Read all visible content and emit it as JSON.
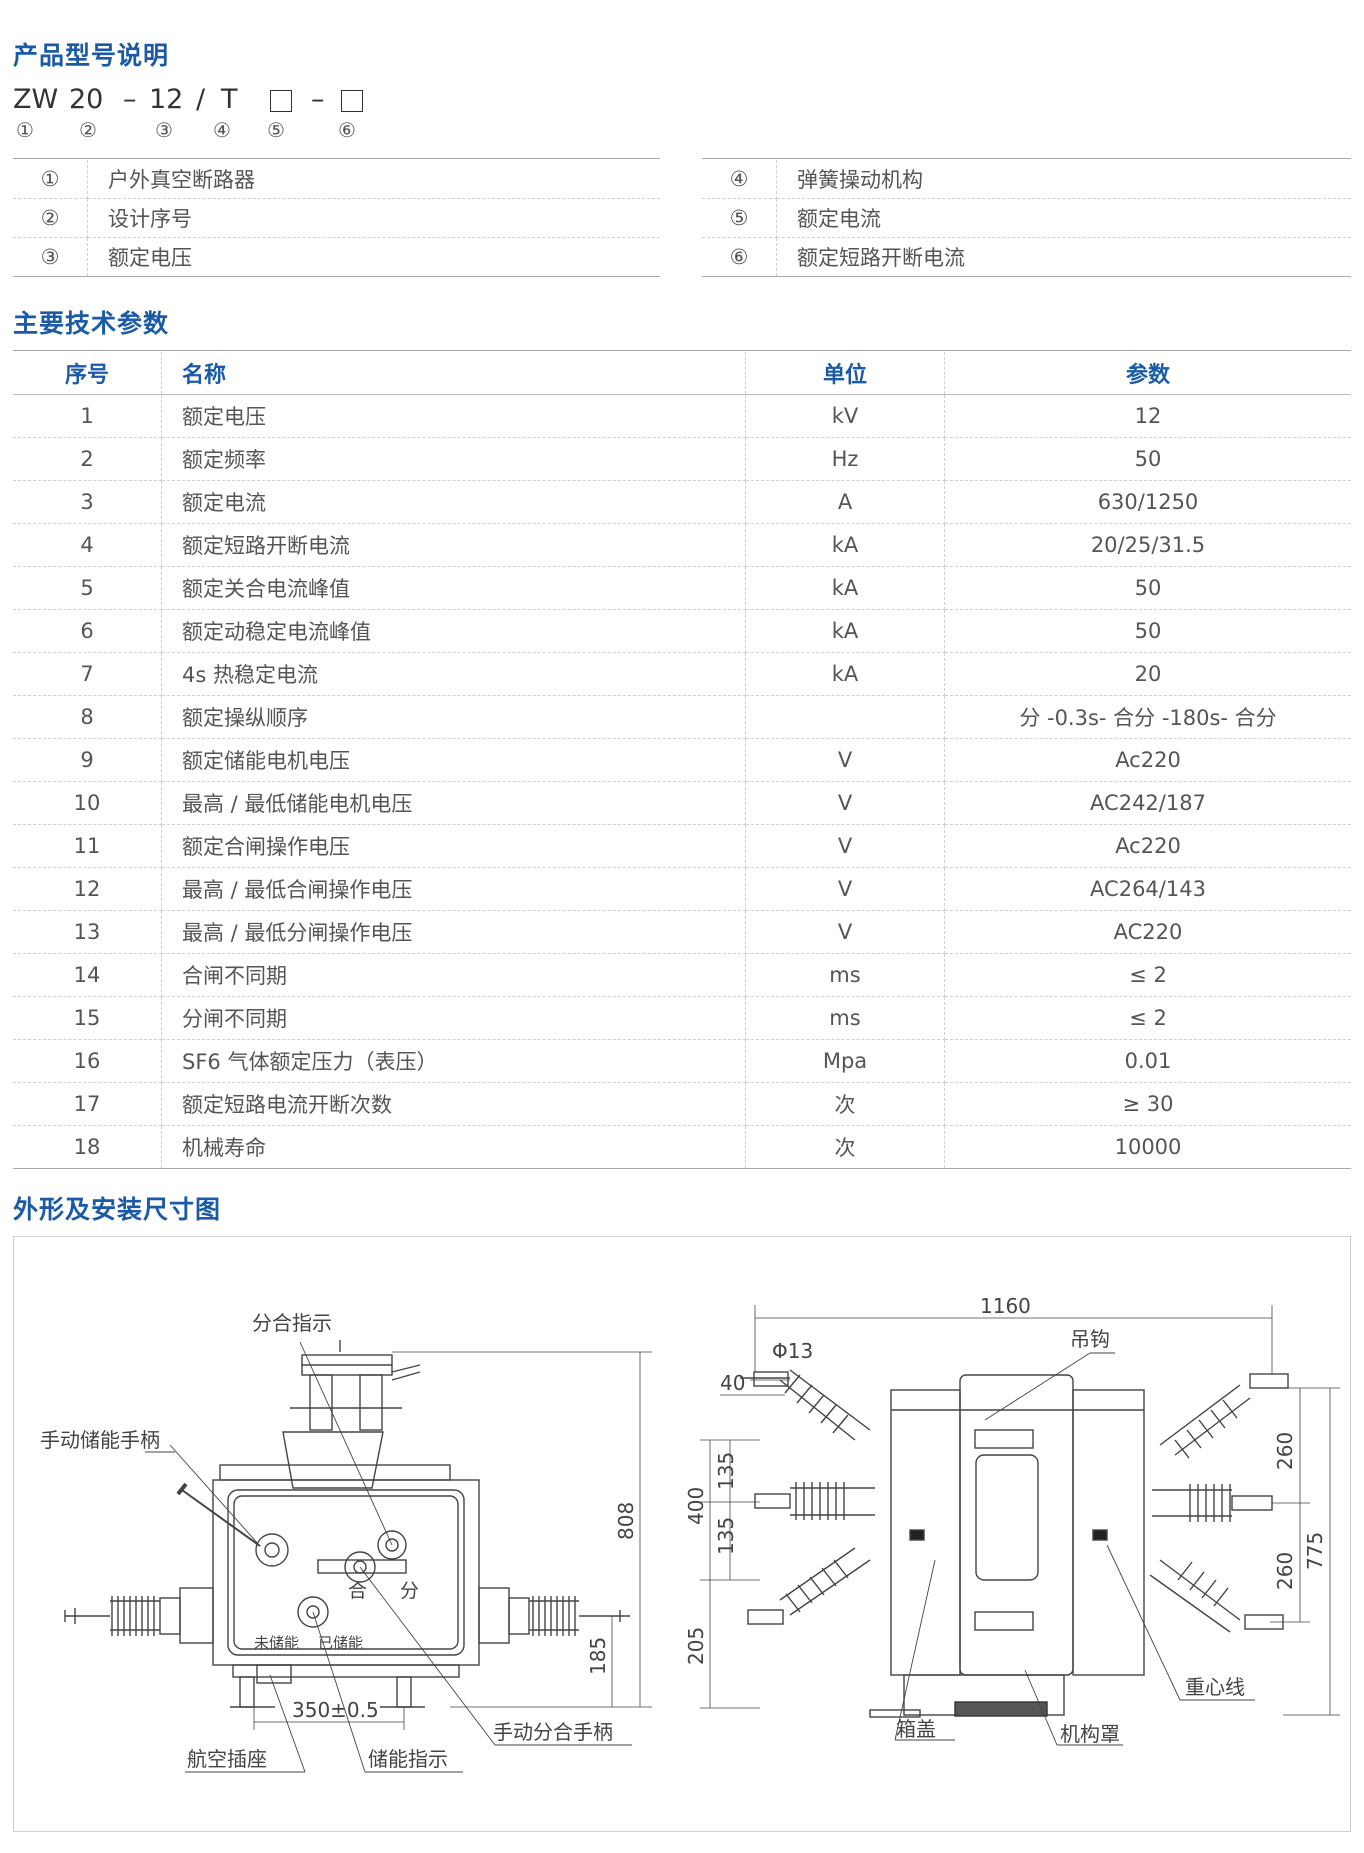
{
  "model_explanation": {
    "title": "产品型号说明",
    "model_parts": [
      "ZW",
      "20",
      "–",
      "12",
      "/",
      "T",
      "–"
    ],
    "circled_numbers": [
      "①",
      "②",
      "③",
      "④",
      "⑤",
      "⑥"
    ],
    "left_rows": [
      {
        "num": "①",
        "text": "户外真空断路器"
      },
      {
        "num": "②",
        "text": "设计序号"
      },
      {
        "num": "③",
        "text": "额定电压"
      }
    ],
    "right_rows": [
      {
        "num": "④",
        "text": "弹簧操动机构"
      },
      {
        "num": "⑤",
        "text": "额定电流"
      },
      {
        "num": "⑥",
        "text": "额定短路开断电流"
      }
    ]
  },
  "tech_params": {
    "title": "主要技术参数",
    "headers": {
      "num": "序号",
      "name": "名称",
      "unit": "单位",
      "value": "参数"
    },
    "rows": [
      {
        "num": "1",
        "name": "额定电压",
        "unit": "kV",
        "value": "12"
      },
      {
        "num": "2",
        "name": "额定频率",
        "unit": "Hz",
        "value": "50"
      },
      {
        "num": "3",
        "name": "额定电流",
        "unit": "A",
        "value": "630/1250"
      },
      {
        "num": "4",
        "name": "额定短路开断电流",
        "unit": "kA",
        "value": "20/25/31.5"
      },
      {
        "num": "5",
        "name": "额定关合电流峰值",
        "unit": "kA",
        "value": "50"
      },
      {
        "num": "6",
        "name": "额定动稳定电流峰值",
        "unit": "kA",
        "value": "50"
      },
      {
        "num": "7",
        "name": "4s 热稳定电流",
        "unit": "kA",
        "value": "20"
      },
      {
        "num": "8",
        "name": "额定操纵顺序",
        "unit": "",
        "value": "分 -0.3s- 合分 -180s- 合分"
      },
      {
        "num": "9",
        "name": "额定储能电机电压",
        "unit": "V",
        "value": "Ac220"
      },
      {
        "num": "10",
        "name": "最高 / 最低储能电机电压",
        "unit": "V",
        "value": "AC242/187"
      },
      {
        "num": "11",
        "name": "额定合闸操作电压",
        "unit": "V",
        "value": "Ac220"
      },
      {
        "num": "12",
        "name": "最高 / 最低合闸操作电压",
        "unit": "V",
        "value": "AC264/143"
      },
      {
        "num": "13",
        "name": "最高 / 最低分闸操作电压",
        "unit": "V",
        "value": "AC220"
      },
      {
        "num": "14",
        "name": "合闸不同期",
        "unit": "ms",
        "value": "≤ 2"
      },
      {
        "num": "15",
        "name": "分闸不同期",
        "unit": "ms",
        "value": "≤ 2"
      },
      {
        "num": "16",
        "name": "SF6 气体额定压力（表压）",
        "unit": "Mpa",
        "value": "0.01"
      },
      {
        "num": "17",
        "name": "额定短路电流开断次数",
        "unit": "次",
        "value": "≥ 30"
      },
      {
        "num": "18",
        "name": "机械寿命",
        "unit": "次",
        "value": "10000"
      }
    ]
  },
  "dimensions": {
    "title": "外形及安装尺寸图",
    "front_labels": {
      "indicator": "分合指示",
      "manual_handle": "手动储能手柄",
      "close": "合",
      "open": "分",
      "uncharged": "未储能",
      "charged": "已储能",
      "dim_808": "808",
      "dim_185": "185",
      "dim_350": "350±0.5",
      "aviation_socket": "航空插座",
      "charge_indicator": "储能指示",
      "manual_switch_handle": "手动分合手柄"
    },
    "side_labels": {
      "dim_1160": "1160",
      "phi13": "Φ13",
      "dim_40": "40",
      "hook": "吊钩",
      "dim_135a": "135",
      "dim_135b": "135",
      "dim_400": "400",
      "dim_205": "205",
      "dim_260a": "260",
      "dim_260b": "260",
      "dim_775": "775",
      "cg_line": "重心线",
      "box_cover": "箱盖",
      "mechanism_cover": "机构罩"
    }
  }
}
